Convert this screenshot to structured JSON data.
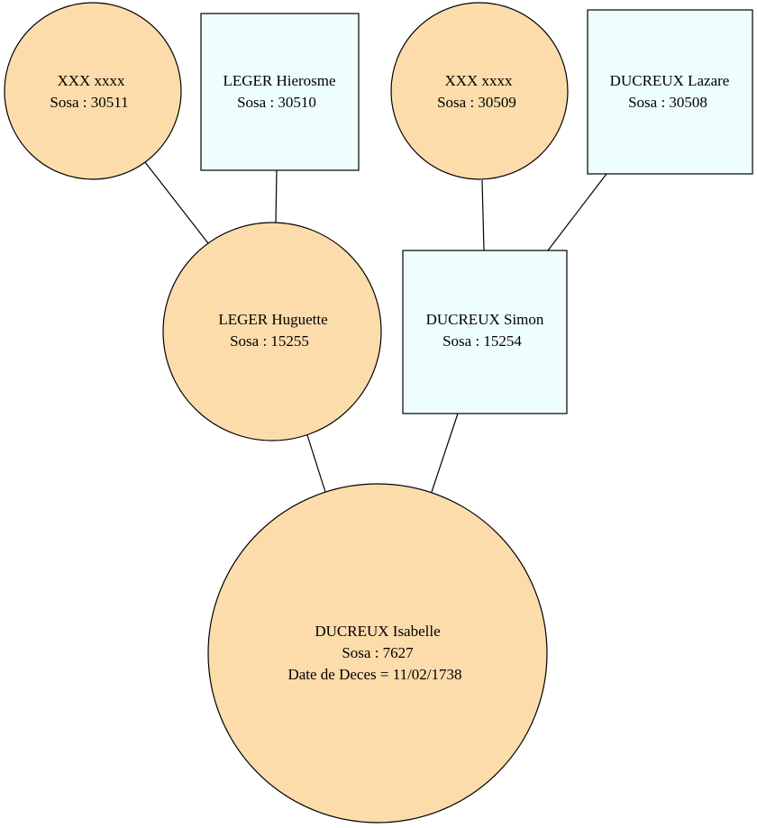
{
  "colors": {
    "female_fill": "#FCDCAB",
    "male_fill": "#EEFEFE",
    "stroke": "#000000",
    "background": "#FFFFFF"
  },
  "nodes": {
    "n30511": {
      "shape": "circle",
      "sex": "female",
      "name": "XXX xxxx",
      "sosa": "Sosa : 30511"
    },
    "n30510": {
      "shape": "box",
      "sex": "male",
      "name": "LEGER Hierosme",
      "sosa": "Sosa : 30510"
    },
    "n30509": {
      "shape": "circle",
      "sex": "female",
      "name": "XXX xxxx",
      "sosa": "Sosa : 30509"
    },
    "n30508": {
      "shape": "box",
      "sex": "male",
      "name": "DUCREUX Lazare",
      "sosa": "Sosa : 30508"
    },
    "n15255": {
      "shape": "circle",
      "sex": "female",
      "name": "LEGER Huguette",
      "sosa": "Sosa : 15255"
    },
    "n15254": {
      "shape": "box",
      "sex": "male",
      "name": "DUCREUX Simon",
      "sosa": "Sosa : 15254"
    },
    "n7627": {
      "shape": "circle",
      "sex": "female",
      "name": "DUCREUX Isabelle",
      "sosa": "Sosa : 7627",
      "death": "Date de Deces = 11/02/1738"
    }
  },
  "edges": [
    {
      "from": "n30511",
      "to": "n15255"
    },
    {
      "from": "n30510",
      "to": "n15255"
    },
    {
      "from": "n30509",
      "to": "n15254"
    },
    {
      "from": "n30508",
      "to": "n15254"
    },
    {
      "from": "n15255",
      "to": "n7627"
    },
    {
      "from": "n15254",
      "to": "n7627"
    }
  ]
}
